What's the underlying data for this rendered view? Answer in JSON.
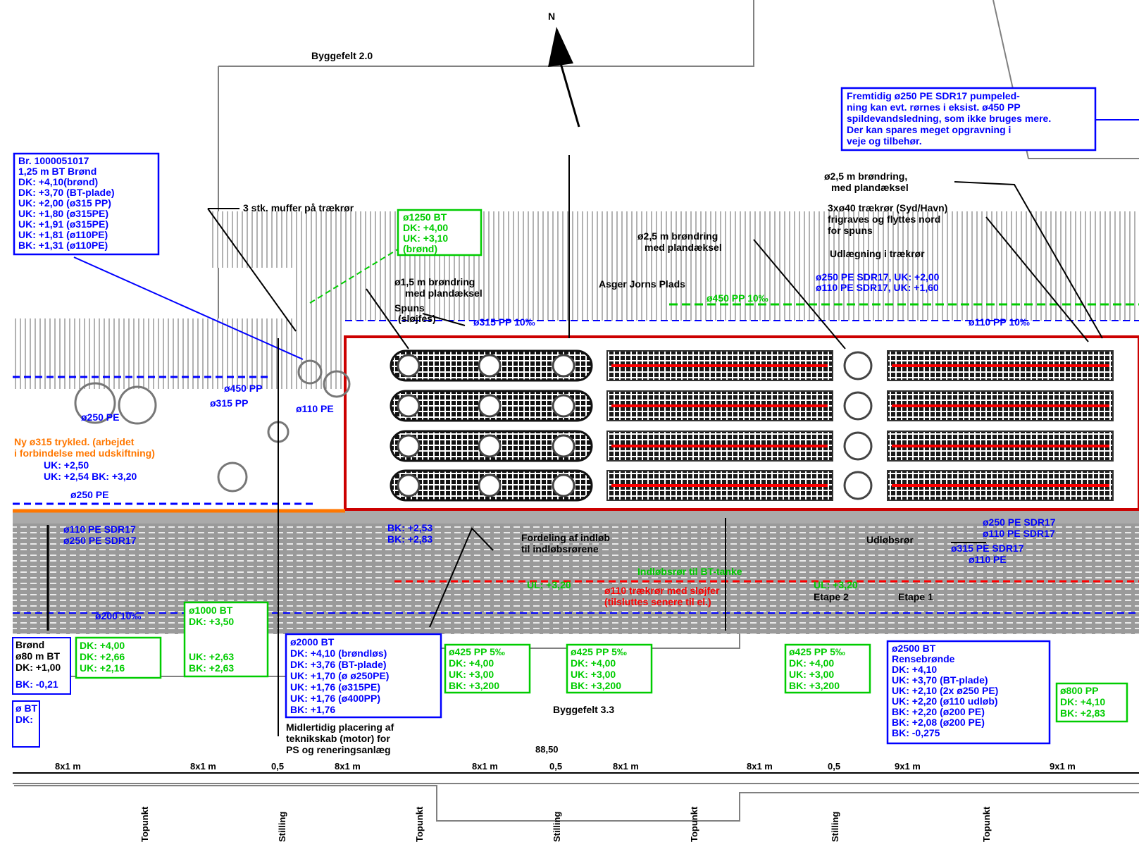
{
  "north": "N",
  "fields": {
    "top": "Byggefelt 2.0",
    "bottom": "Byggefelt 3.3"
  },
  "notes": {
    "top_right": [
      "Fremtidig ø250 PE SDR17 pumpeled-",
      "ning kan evt. rørnes i eksist. ø450 PP",
      "spildevandsledning, som ikke bruges mere.",
      "Der kan spares meget opgravning i",
      "veje og tilbehør."
    ],
    "top_left": [
      "Br. 1000051017",
      "1,25 m BT Brønd",
      "DK: +4,10(brønd)",
      "DK: +3,70 (BT-plade)",
      "UK: +2,00 (ø315 PP)",
      "UK: +1,80 (ø315PE)",
      "UK: +1,91 (ø315PE)",
      "UK: +1,81 (ø110PE)",
      "BK: +1,31 (ø110PE)"
    ],
    "muffer": "3 stk. muffer på trækrør",
    "green_top": [
      "ø1250 BT",
      "DK: +4,00",
      "UK: +3,10",
      "(brønd)"
    ],
    "brandring_right": [
      "ø2,5 m brøndring,",
      "med plandæksel"
    ],
    "traekror": [
      "3xø40 trækrør (Syd/Havn)",
      "frigraves og flyttes nord",
      "for spuns"
    ],
    "brandring_mid": [
      "ø2,5 m brøndring",
      "med plandæksel"
    ],
    "udlaegning": "Udlægning i trækrør",
    "pipe_right": [
      "ø250 PE SDR17, UK: +2,00",
      "ø110 PE SDR17, UK: +1,60"
    ],
    "brandring_left": [
      "ø1,5 m brøndring",
      "med plandæksel"
    ],
    "asger": "Asger Jorns Plads",
    "green_pipe_top": "ø450 PP 10‰",
    "spuns": [
      "Spuns",
      "(sløjfes)"
    ],
    "pipe_315": "ø315 PP 10‰",
    "pipe_110": "ø110 PP 10‰",
    "left_labels": [
      "ø250 PE",
      "ø450 PP",
      "ø315 PP",
      "ø110 PE"
    ],
    "orange": [
      "Ny ø315 trykled. (arbejdet",
      "i forbindelse med udskiftning)"
    ],
    "left_levels": [
      "UK: +2,50",
      "UK: +2,54  BK: +3,20",
      "ø250 PE"
    ],
    "bottom_pipes": [
      "ø110 PE SDR17",
      "ø250 PE SDR17"
    ],
    "bk_levels": [
      "BK: +2,53",
      "BK: +2,83"
    ],
    "flow": [
      "Fordeling af indløb",
      "til indløbsrørene"
    ],
    "udlaeg": "Udløbsrør",
    "green_mid": "Indløbsrør til BT-tanke",
    "green_ul": [
      "UL: +3,20",
      "UL: +3,20"
    ],
    "red_note": [
      "ø110 trækrør med sløjfer",
      "(tilsluttes senere til el.)"
    ],
    "etape": [
      "Etape 2",
      "Etape 1"
    ],
    "right_blue": [
      "ø250 PE SDR17",
      "ø110 PE SDR17",
      "ø315 PE SDR17",
      "ø110 PE"
    ],
    "green_left_bottom": "ø200 10‰"
  },
  "boxes": {
    "left_black": [
      "Brønd",
      "ø80 m BT",
      "DK: +1,00",
      "BK: -0,21"
    ],
    "left_blue_small": [
      "ø BT",
      "DK:"
    ],
    "green1": [
      "DK: +4,00",
      "DK: +2,66",
      "UK: +2,16"
    ],
    "green2": [
      "ø1000 BT",
      "DK: +3,50",
      "UK: +2,63",
      "BK: +2,63"
    ],
    "main_blue": [
      "ø2000 BT",
      "DK: +4,10 (brøndløs)",
      "DK: +3,76 (BT-plade)",
      "UK: +1,70 (ø ø250PE)",
      "UK: +1,76 (ø315PE)",
      "UK: +1,76 (ø400PP)",
      "BK: +1,76"
    ],
    "note_bottom": [
      "Midlertidig placering af",
      "teknikskab (motor) for",
      "PS og reneringsanlæg"
    ],
    "green3": [
      "ø425 PP 5‰",
      "DK: +4,00",
      "UK: +3,00",
      "BK: +3,200"
    ],
    "green4": [
      "ø425 PP 5‰",
      "DK: +4,00",
      "UK: +3,00",
      "BK: +3,200"
    ],
    "green5": [
      "ø425 PP 5‰",
      "DK: +4,00",
      "UK: +3,00",
      "BK: +3,200"
    ],
    "right_blue": [
      "ø2500 BT",
      "Rensebrønde",
      "DK: +4,10",
      "UK: +3,70 (BT-plade)",
      "UK: +2,10 (2x ø250 PE)",
      "UK: +2,20 (ø110 udløb)",
      "BK: +2,20 (ø200 PE)",
      "BK: +2,08 (ø200 PE)",
      "BK: -0,275"
    ],
    "green_right": [
      "ø800 PP",
      "DK: +4,10",
      "BK: +2,83"
    ]
  },
  "dimension": {
    "total": "88,50",
    "segments": [
      "8x1 m",
      "8x1 m",
      "0,5",
      "8x1 m",
      "8x1 m",
      "0,5",
      "8x1 m",
      "8x1 m",
      "0,5",
      "9x1 m",
      "9x1 m"
    ],
    "vertical": [
      "Topunkt",
      "Stilling",
      "Topunkt",
      "Stilling",
      "Topunkt",
      "Stilling",
      "Topunkt"
    ]
  },
  "colors": {
    "blue": "#0000ff",
    "green": "#00cc00",
    "red": "#ff0000",
    "orange": "#ff7700",
    "gray": "#808080"
  }
}
